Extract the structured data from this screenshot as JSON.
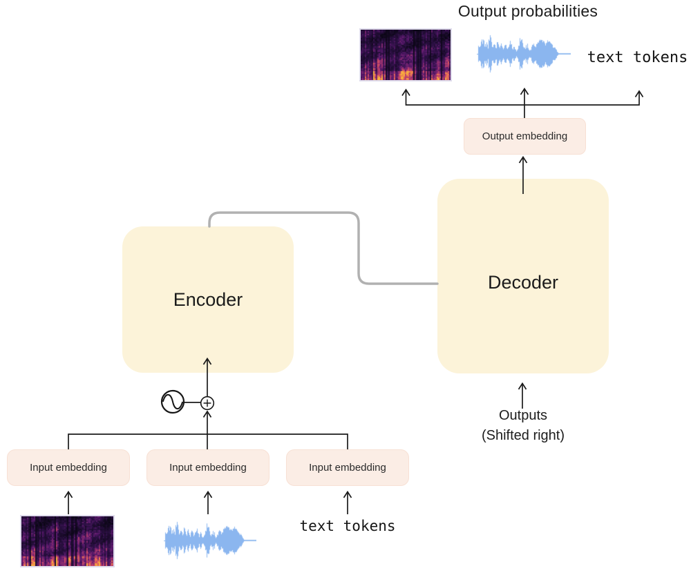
{
  "title": "Output probabilities",
  "colors": {
    "box_cream": "#FCF3D9",
    "box_pink": "#FBEDE5",
    "arrow": "#1A1A1A",
    "connector_gray": "#B1B1B1",
    "waveform_blue": "#8BB6EF",
    "text": "#1F1F1F",
    "spectrogram_palette": [
      "#0A0614",
      "#2D1045",
      "#5C1A6E",
      "#93306F",
      "#C9456A",
      "#EC7A4F",
      "#F8B13E"
    ]
  },
  "top_output_row": {
    "spectrogram_icon": "mel-spectrogram",
    "waveform_icon": "audio-waveform",
    "text_tokens_label": "text tokens"
  },
  "output_embedding_label": "Output embedding",
  "decoder_label": "Decoder",
  "encoder_label": "Encoder",
  "decoder_input": {
    "line1": "Outputs",
    "line2": "(Shifted right)"
  },
  "input_embedding_labels": [
    "Input embedding",
    "Input embedding",
    "Input embedding"
  ],
  "bottom_input_row": {
    "spectrogram_icon": "mel-spectrogram",
    "waveform_icon": "audio-waveform",
    "text_tokens_label": "text tokens"
  },
  "icons": {
    "positional_encoding": "sine-wave-circle",
    "add": "circled-plus"
  }
}
